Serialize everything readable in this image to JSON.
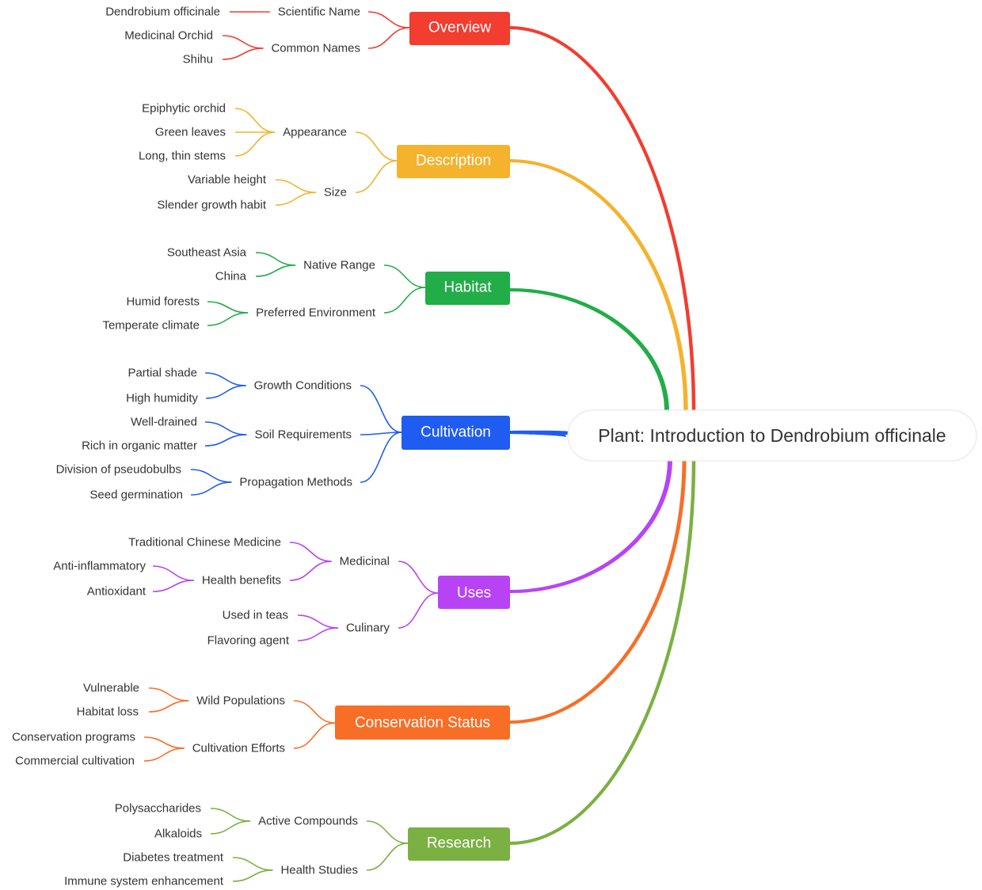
{
  "root": {
    "label": "Plant: Introduction to Dendrobium officinale"
  },
  "branches": [
    {
      "label": "Overview",
      "color": "#f23d30",
      "children": [
        {
          "label": "Scientific Name",
          "children": [
            "Dendrobium officinale"
          ]
        },
        {
          "label": "Common Names",
          "children": [
            "Medicinal Orchid",
            "Shihu"
          ]
        }
      ]
    },
    {
      "label": "Description",
      "color": "#f4b22d",
      "children": [
        {
          "label": "Appearance",
          "children": [
            "Epiphytic orchid",
            "Green leaves",
            "Long, thin stems"
          ]
        },
        {
          "label": "Size",
          "children": [
            "Variable height",
            "Slender growth habit"
          ]
        }
      ]
    },
    {
      "label": "Habitat",
      "color": "#22ad48",
      "children": [
        {
          "label": "Native Range",
          "children": [
            "Southeast Asia",
            "China"
          ]
        },
        {
          "label": "Preferred Environment",
          "children": [
            "Humid forests",
            "Temperate climate"
          ]
        }
      ]
    },
    {
      "label": "Cultivation",
      "color": "#1f5cf2",
      "children": [
        {
          "label": "Growth Conditions",
          "children": [
            "Partial shade",
            "High humidity"
          ]
        },
        {
          "label": "Soil Requirements",
          "children": [
            "Well-drained",
            "Rich in organic matter"
          ]
        },
        {
          "label": "Propagation Methods",
          "children": [
            "Division of pseudobulbs",
            "Seed germination"
          ]
        }
      ]
    },
    {
      "label": "Uses",
      "color": "#b843f5",
      "children": [
        {
          "label": "Medicinal",
          "children": [
            {
              "label": "Traditional Chinese Medicine",
              "children": []
            },
            {
              "label": "Health benefits",
              "children": [
                "Anti-inflammatory",
                "Antioxidant"
              ]
            }
          ]
        },
        {
          "label": "Culinary",
          "children": [
            "Used in teas",
            "Flavoring agent"
          ]
        }
      ]
    },
    {
      "label": "Conservation Status",
      "color": "#f86e27",
      "children": [
        {
          "label": "Wild Populations",
          "children": [
            "Vulnerable",
            "Habitat loss"
          ]
        },
        {
          "label": "Cultivation Efforts",
          "children": [
            "Conservation programs",
            "Commercial cultivation"
          ]
        }
      ]
    },
    {
      "label": "Research",
      "color": "#7bb043",
      "children": [
        {
          "label": "Active Compounds",
          "children": [
            "Polysaccharides",
            "Alkaloids"
          ]
        },
        {
          "label": "Health Studies",
          "children": [
            "Diabetes treatment",
            "Immune system enhancement"
          ]
        }
      ]
    }
  ]
}
